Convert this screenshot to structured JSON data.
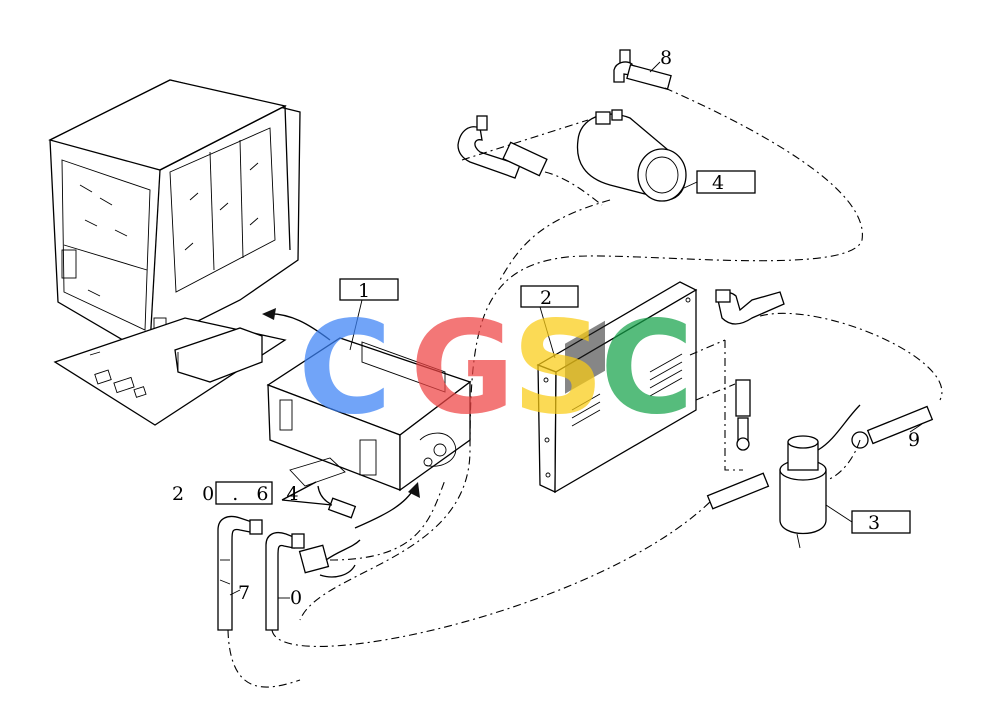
{
  "callouts": {
    "c1": "1",
    "c2": "2",
    "c3": "3",
    "c4": "4",
    "c7": "7",
    "c8": "8",
    "c9": "9",
    "c0": "0",
    "c2064": "2 0 . 6 4"
  },
  "watermark": {
    "letters": [
      "C",
      "G",
      "S",
      "C"
    ],
    "colors": [
      "#3b82f6",
      "#ef4444",
      "#facc15",
      "#16a34a"
    ]
  }
}
